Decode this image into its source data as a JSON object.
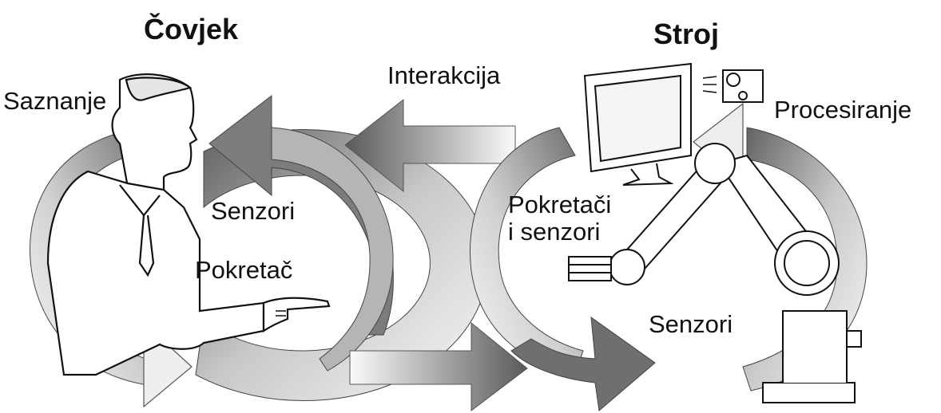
{
  "titles": {
    "human": "Čovjek",
    "machine": "Stroj"
  },
  "labels": {
    "interaction": "Interakcija",
    "cognition": "Saznanje",
    "human_sensors": "Senzori",
    "human_actuator": "Pokretač",
    "processing": "Procesiranje",
    "machine_actuators": "Pokretači\ni senzori",
    "machine_sensors": "Senzori"
  },
  "colors": {
    "arrow_dark": "#6e6e6e",
    "arrow_light": "#f2f2f2",
    "line": "#111111"
  }
}
